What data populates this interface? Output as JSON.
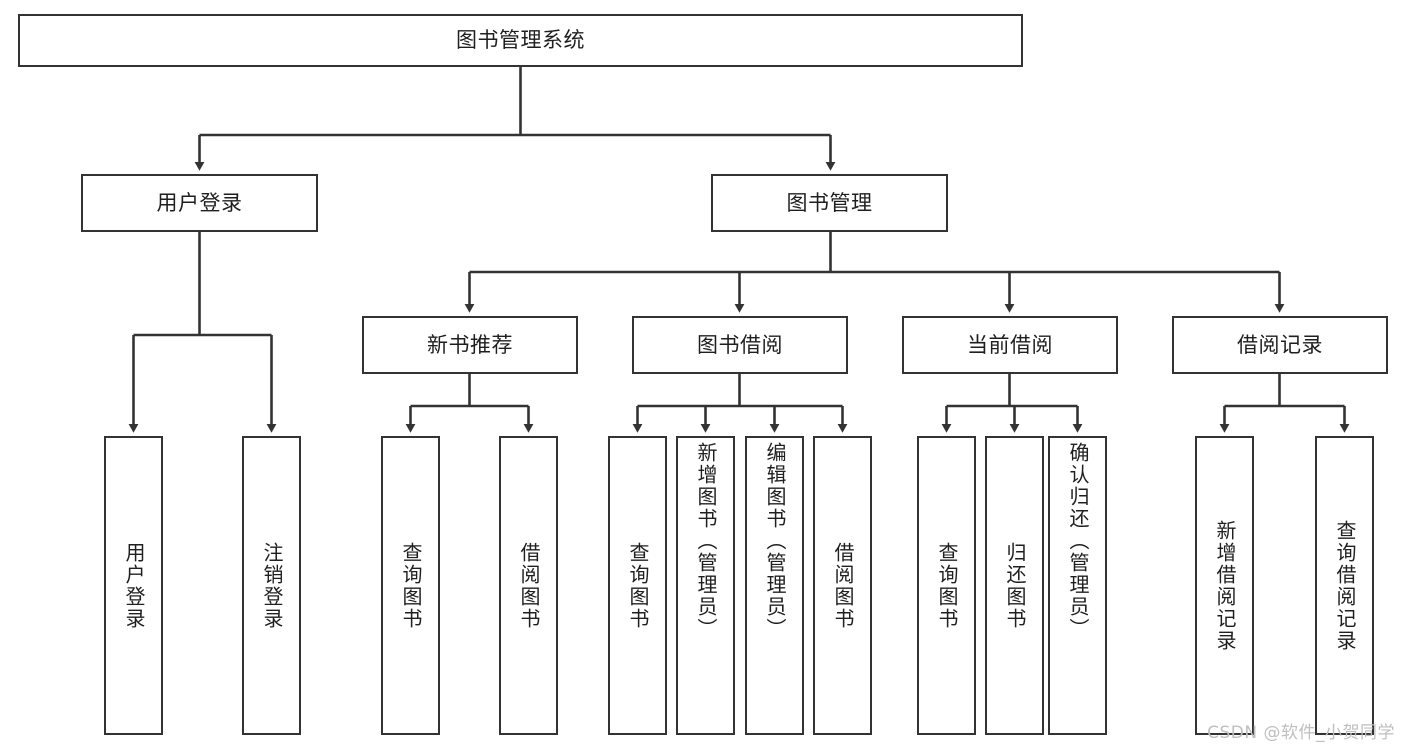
{
  "diagram": {
    "title": "图书管理系统",
    "type": "tree",
    "root": {
      "label": "图书管理系统"
    },
    "level2": [
      {
        "label": "用户登录"
      },
      {
        "label": "图书管理"
      }
    ],
    "level3": [
      {
        "label": "新书推荐"
      },
      {
        "label": "图书借阅"
      },
      {
        "label": "当前借阅"
      },
      {
        "label": "借阅记录"
      }
    ],
    "leaves": {
      "user_login": [
        {
          "label": "用户登录"
        },
        {
          "label": "注销登录"
        }
      ],
      "new_book_recommend": [
        {
          "label": "查询图书"
        },
        {
          "label": "借阅图书"
        }
      ],
      "book_borrow": [
        {
          "label": "查询图书"
        },
        {
          "label": "新增图书（管理员）"
        },
        {
          "label": "编辑图书（管理员）"
        },
        {
          "label": "借阅图书"
        }
      ],
      "current_borrow": [
        {
          "label": "查询图书"
        },
        {
          "label": "归还图书"
        },
        {
          "label": "确认归还（管理员）"
        }
      ],
      "borrow_record": [
        {
          "label": "新增借阅记录"
        },
        {
          "label": "查询借阅记录"
        }
      ]
    }
  },
  "watermark": {
    "text": "CSDN @软件_小贺同学"
  },
  "colors": {
    "border": "#333333",
    "edge": "#333333",
    "background": "#ffffff",
    "text": "#1f1f1f",
    "watermark": "#bfbfbf"
  }
}
